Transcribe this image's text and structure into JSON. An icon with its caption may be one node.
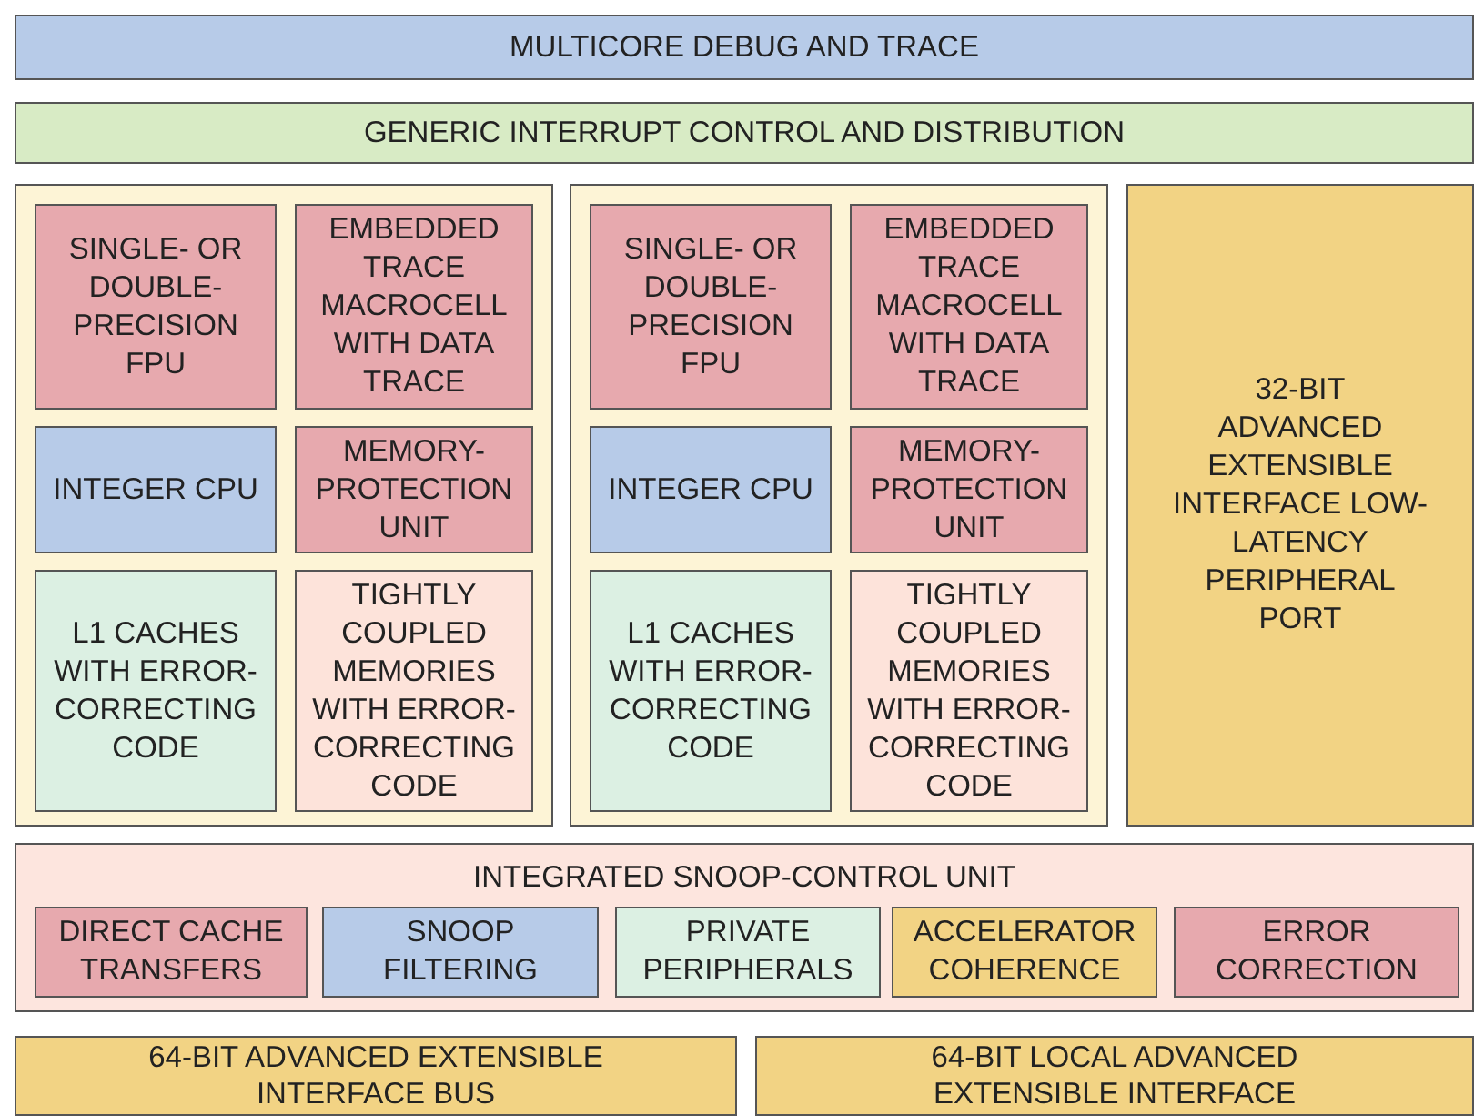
{
  "diagram": {
    "nodes": [
      {
        "text": [
          "MULTICORE DEBUG AND TRACE"
        ]
      },
      {
        "text": [
          "GENERIC INTERRUPT CONTROL AND DISTRIBUTION"
        ]
      },
      {
        "text": [],
        "shape": "box"
      },
      {
        "text": [
          "SINGLE- OR DOUBLE-PRECISION FPU"
        ],
        "in": 2
      },
      {
        "text": [
          "EMBEDDED TRACE MACROCELL WITH DATA TRACE"
        ],
        "in": 2
      },
      {
        "text": [
          "INTEGER CPU"
        ],
        "in": 2
      },
      {
        "text": [
          "MEMORY-PROTECTION UNIT"
        ],
        "in": 2
      },
      {
        "text": [
          "L1 CACHES WITH ERROR-CORRECTING CODE"
        ],
        "in": 2
      },
      {
        "text": [
          "TIGHTLY COUPLED MEMORIES WITH ERROR-CORRECTING CODE"
        ],
        "in": 2
      },
      {
        "text": [],
        "shape": "box"
      },
      {
        "text": [
          "SINGLE- OR DOUBLE-PRECISION FPU"
        ],
        "in": 9
      },
      {
        "text": [
          "EMBEDDED TRACE MACROCELL WITH DATA TRACE"
        ],
        "in": 9
      },
      {
        "text": [
          "INTEGER CPU"
        ],
        "in": 9
      },
      {
        "text": [
          "MEMORY-PROTECTION UNIT"
        ],
        "in": 9
      },
      {
        "text": [
          "L1 CACHES WITH ERROR-CORRECTING CODE"
        ],
        "in": 9
      },
      {
        "text": [
          "TIGHTLY COUPLED MEMORIES WITH ERROR-CORRECTING CODE"
        ],
        "in": 9
      },
      {
        "text": [
          "32-BIT ADVANCED EXTENSIBLE INTERFACE LOW-LATENCY PERIPHERAL PORT"
        ]
      },
      {
        "text": [
          "INTEGRATED SNOOP-CONTROL UNIT"
        ]
      },
      {
        "text": [
          "DIRECT CACHE TRANSFERS"
        ],
        "in": 17
      },
      {
        "text": [
          "SNOOP FILTERING"
        ],
        "in": 17
      },
      {
        "text": [
          "PRIVATE PERIPHERALS"
        ],
        "in": 17
      },
      {
        "text": [
          "ACCELERATOR COHERENCE"
        ],
        "in": 17
      },
      {
        "text": [
          "ERROR CORRECTION"
        ],
        "in": 17
      },
      {
        "text": [
          "64-BIT ADVANCED EXTENSIBLE INTERFACE BUS"
        ]
      },
      {
        "text": [
          "64-BIT LOCAL ADVANCED EXTENSIBLE INTERFACE"
        ]
      }
    ]
  }
}
